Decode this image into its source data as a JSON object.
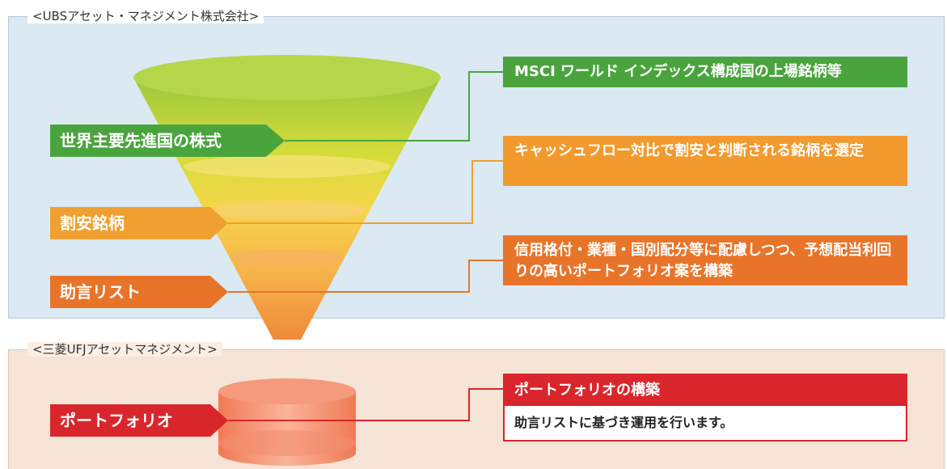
{
  "sections": {
    "top_label": "<UBSアセット・マネジメント株式会社>",
    "bottom_label": "<三菱UFJアセットマネジメント>"
  },
  "stages": {
    "equities": "世界主要先進国の株式",
    "undervalued": "割安銘柄",
    "shortlist": "助言リスト",
    "portfolio": "ポートフォリオ"
  },
  "descriptions": {
    "equities": "MSCI ワールド インデックス構成国の上場銘柄等",
    "undervalued": "キャッシュフロー対比で割安と判断される銘柄を選定",
    "shortlist": "信用格付・業種・国別配分等に配慮しつつ、予想配当利回りの高いポートフォリオ案を構築",
    "portfolio_title": "ポートフォリオの構築",
    "portfolio_body": "助言リストに基づき運用を行います。"
  },
  "colors": {
    "green": "#4aa43e",
    "orange": "#f0a030",
    "dark_orange": "#e8742a",
    "red": "#d9262c",
    "top_bg": "#dbe9f2",
    "bottom_bg": "#f6e4d6"
  }
}
